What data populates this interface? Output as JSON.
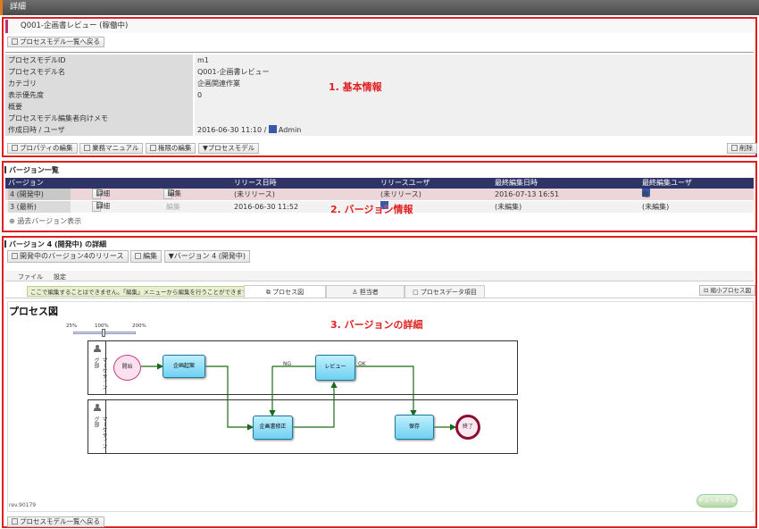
{
  "header": {
    "title": "詳細"
  },
  "page": {
    "subtitle": "Q001-企画書レビュー (稼働中)",
    "back_btn": "プロセスモデル一覧へ戻る"
  },
  "basic": {
    "annotation": "1. 基本情報",
    "rows": [
      {
        "k": "プロセスモデルID",
        "v": "m1"
      },
      {
        "k": "プロセスモデル名",
        "v": "Q001-企画書レビュー"
      },
      {
        "k": "カテゴリ",
        "v": "企画関連作業"
      },
      {
        "k": "表示優先度",
        "v": "0"
      },
      {
        "k": "概要",
        "v": ""
      },
      {
        "k": "プロセスモデル編集者向けメモ",
        "v": ""
      }
    ],
    "created_label": "作成日時 / ユーザ",
    "created_value": "2016-06-30 11:10 / ",
    "created_user": "Admin",
    "actions": [
      "プロパティの編集",
      "業務マニュアル",
      "権限の編集",
      "▼プロセスモデル"
    ],
    "delete": "削除"
  },
  "versions": {
    "title": "バージョン一覧",
    "annotation": "2. バージョン情報",
    "headers": [
      "バージョン",
      "リリース日時",
      "リリースユーザ",
      "最終編集日時",
      "最終編集ユーザ"
    ],
    "rows": [
      {
        "ver": "4 (開発中)",
        "detail": "詳細",
        "edit": "編集",
        "release_date": "(未リリース)",
        "release_user": "(未リリース)",
        "edit_date": "2016-07-13 16:51",
        "edit_user": "佐藤"
      },
      {
        "ver": "3 (最新)",
        "detail": "詳細",
        "edit": "編集",
        "release_date": "2016-06-30 11:52",
        "release_user": "",
        "edit_date": "(未編集)",
        "edit_user": "(未編集)"
      }
    ],
    "past": "過去バージョン表示"
  },
  "detail": {
    "title": "バージョン 4 (開発中) の詳細",
    "annotation": "3. バージョンの詳細",
    "release_btn": "開発中のバージョン4のリリース",
    "edit_btn": "編集",
    "version_dd": "▼バージョン 4 (開発中)",
    "menu": [
      "ファイル",
      "設定"
    ],
    "notice": "ここで編集することはできません。「編集」メニューから編集を行うことができます。",
    "tabs": [
      "プロセス図",
      "担当者",
      "プロセスデータ項目"
    ],
    "shrink": "縮小プロセス図",
    "diagram_title": "プロセス図",
    "zoom": [
      "25%",
      "100%",
      "200%"
    ],
    "lane1": "マーケティング部",
    "lane2": "マーケティング部",
    "nodes": {
      "start": "開始",
      "plan": "企画起案",
      "review": "レビュー",
      "revise": "企画書修正",
      "store": "保存",
      "end": "終了"
    },
    "flows": {
      "ng": "NG",
      "ok": "OK"
    },
    "rev": "rev.90179",
    "tutorial": "チュートリアル",
    "back_btn": "プロセスモデル一覧へ戻る"
  },
  "colors": {
    "accent": "#e02020",
    "header": "#2e3566"
  }
}
